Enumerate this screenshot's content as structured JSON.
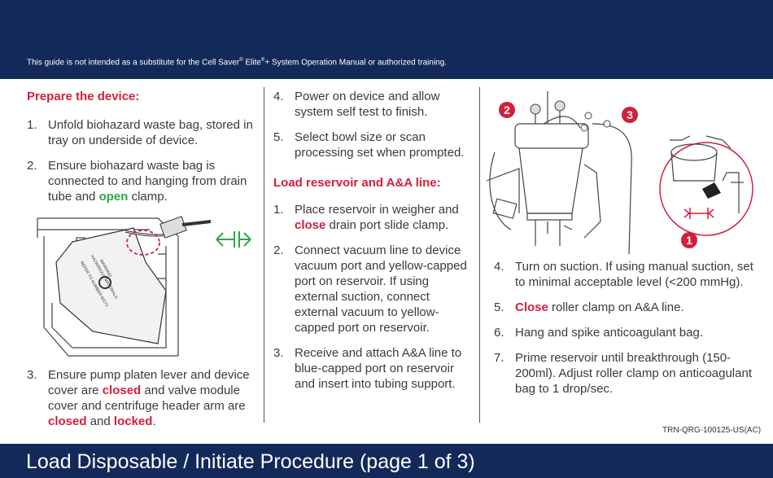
{
  "header": {
    "disclaimer_pre": "This guide is not intended as a substitute for the Cell Saver",
    "reg1": "®",
    "disclaimer_mid": " Elite",
    "reg2": "®",
    "disclaimer_post": "+ System Operation Manual or authorized training."
  },
  "col1": {
    "heading": "Prepare the device:",
    "items": [
      {
        "num": "1.",
        "text": "Unfold biohazard waste bag, stored in tray on underside of device."
      },
      {
        "num": "2.",
        "pre": "Ensure biohazard waste bag is connected to and hanging from drain tube and ",
        "em": "open",
        "post": " clamp."
      },
      {
        "num": "3.",
        "pre": "Ensure pump platen lever and device cover are ",
        "em1": "closed",
        "mid": " and valve module cover and centrifuge header arm are ",
        "em2": "closed",
        "and": " and ",
        "em3": "locked",
        "post": "."
      }
    ],
    "bag_label": [
      "WARNING",
      "HAZARDOUS MATERIALS",
      "REFER TO NUMBER 80173"
    ]
  },
  "col2": {
    "items_top": [
      {
        "num": "4.",
        "text": "Power on device and allow system self test to finish."
      },
      {
        "num": "5.",
        "text": "Select bowl size or scan processing set when prompted."
      }
    ],
    "heading": "Load reservoir and A&A line:",
    "items": [
      {
        "num": "1.",
        "pre": "Place reservoir in weigher and ",
        "em": "close",
        "post": " drain port slide clamp."
      },
      {
        "num": "2.",
        "text": "Connect vacuum line to device vacuum port and yellow-capped port on reservoir. If using external suction, connect external vacuum to yellow-capped port on reservoir."
      },
      {
        "num": "3.",
        "text": "Receive and attach A&A line to blue-capped port on reservoir and insert into tubing support."
      }
    ]
  },
  "col3": {
    "callouts": [
      "2",
      "3",
      "1"
    ],
    "items": [
      {
        "num": "4.",
        "text": "Turn on suction. If using manual suction, set to minimal acceptable level (<200 mmHg)."
      },
      {
        "num": "5.",
        "em": "Close",
        "post": " roller clamp on A&A line."
      },
      {
        "num": "6.",
        "text": "Hang and spike anticoagulant bag."
      },
      {
        "num": "7.",
        "text": "Prime reservoir until breakthrough (150-200ml). Adjust roller clamp on anticoagulant bag to 1 drop/sec."
      }
    ]
  },
  "doc_code": "TRN-QRG-100125-US(AC)",
  "footer": {
    "title": "Load Disposable / Initiate Procedure (page 1 of 3)"
  },
  "colors": {
    "navy": "#12295a",
    "red": "#d21f3c",
    "green": "#2ca84a"
  }
}
